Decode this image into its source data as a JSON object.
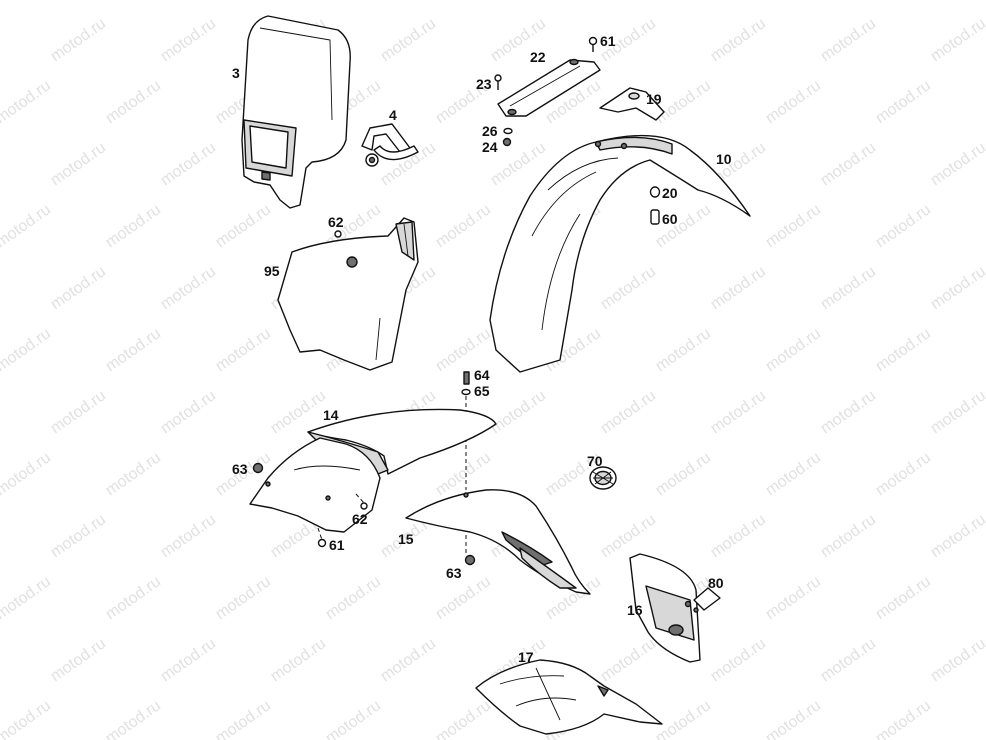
{
  "watermark": "motod.ru",
  "callouts": {
    "p3": "3",
    "p4": "4",
    "p22": "22",
    "p61a": "61",
    "p23": "23",
    "p19": "19",
    "p26": "26",
    "p24": "24",
    "p10": "10",
    "p20": "20",
    "p60": "60",
    "p62a": "62",
    "p95": "95",
    "p64": "64",
    "p65": "65",
    "p14": "14",
    "p63a": "63",
    "p62b": "62",
    "p61b": "61",
    "p70": "70",
    "p15": "15",
    "p63b": "63",
    "p80": "80",
    "p16": "16",
    "p17": "17"
  }
}
